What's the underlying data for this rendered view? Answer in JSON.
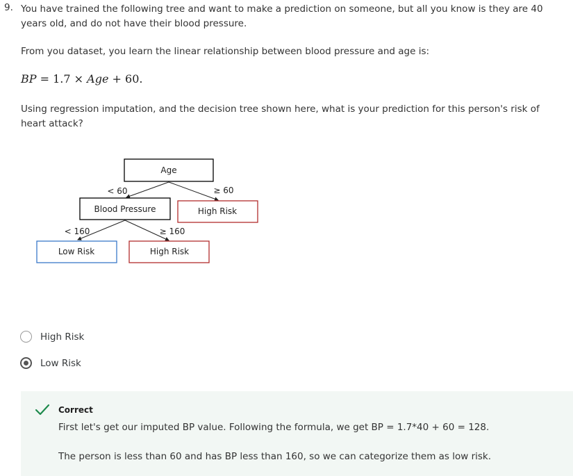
{
  "question": {
    "number": "9.",
    "text": "You have trained the following tree and want to make a prediction on someone, but all you know is they are 40 years old, and do not have their blood pressure.",
    "relationship_intro": "From you dataset, you learn the linear relationship between blood pressure and age is:",
    "formula": {
      "lhs": "BP",
      "eq": "=",
      "coef": "1.7",
      "times": "×",
      "var": "Age",
      "plus": "+",
      "const": "60."
    },
    "prompt": "Using regression imputation, and the decision tree shown here, what is your prediction for this person's risk of heart attack?"
  },
  "tree": {
    "root": "Age",
    "left_edge": "< 60",
    "right_edge": "≥ 60",
    "left_node": "Blood Pressure",
    "right_leaf": "High Risk",
    "bp_left_edge": "< 160",
    "bp_right_edge": "≥ 160",
    "bp_left_leaf": "Low Risk",
    "bp_right_leaf": "High Risk",
    "colors": {
      "low_risk_border": "#3a78c9",
      "high_risk_border": "#b22d2d",
      "neutral_border": "#000000"
    }
  },
  "options": [
    {
      "label": "High Risk",
      "selected": false
    },
    {
      "label": "Low Risk",
      "selected": true
    }
  ],
  "feedback": {
    "status": "Correct",
    "line1": "First let's get our imputed BP value. Following the formula, we get BP = 1.7*40 + 60 = 128.",
    "line2": "The person is less than 60 and has BP less than 160, so we can categorize them as low risk.",
    "check_color": "#1e8a4c",
    "background": "#f2f7f4"
  }
}
